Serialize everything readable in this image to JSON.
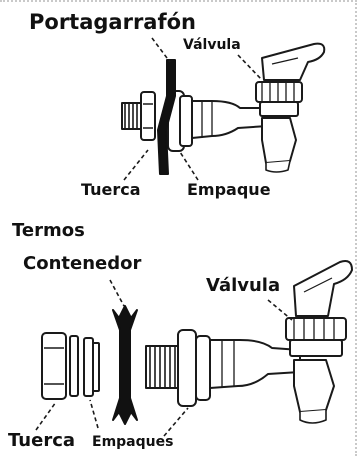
{
  "diagram1": {
    "labels": {
      "portagarrafon": "Portagarrafón",
      "valvula": "Válvula",
      "tuerca": "Tuerca",
      "empaque": "Empaque"
    }
  },
  "diagram2": {
    "labels": {
      "termos": "Termos",
      "contenedor": "Contenedor",
      "valvula": "Válvula",
      "tuerca": "Tuerca",
      "empaques": "Empaques"
    }
  },
  "colors": {
    "outline": "#1a1a1a",
    "panel_black": "#111111",
    "text": "#111111",
    "fill": "#ffffff",
    "dotted_border": "#c9c9c9"
  }
}
